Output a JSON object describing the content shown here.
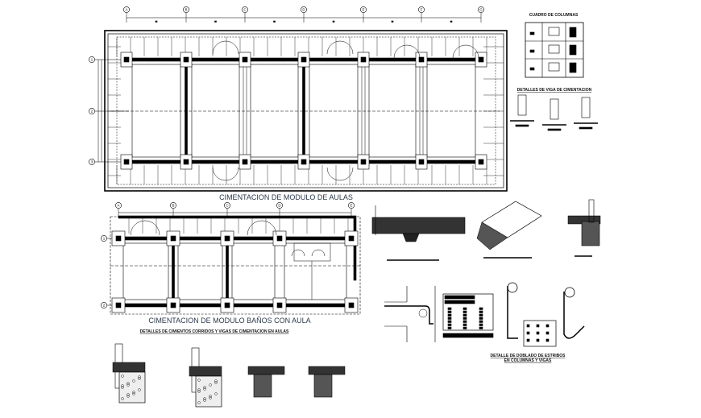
{
  "drawing": {
    "plan_aulas": {
      "title": "CIMENTACION DE MODULO DE AULAS",
      "grid_columns": [
        "A",
        "B",
        "C",
        "D",
        "E",
        "F",
        "G"
      ],
      "grid_rows": [
        "1",
        "2",
        "3"
      ]
    },
    "plan_banos": {
      "title": "CIMENTACION DE MODULO BAÑOS CON AULA",
      "grid_columns": [
        "A",
        "B",
        "C",
        "D",
        "E"
      ],
      "grid_rows": [
        "1",
        "2"
      ]
    },
    "cuadro_columnas": {
      "title": "CUADRO DE COLUMNAS"
    },
    "detalles_viga": {
      "title": "DETALLES DE VIGA DE CIMENTACION"
    },
    "detalles_cimientos": {
      "title": "DETALLES DE CIMIENTOS CORRIDOS Y VIGAS DE CIMENTACION EN AULAS"
    },
    "detalle_estribos": {
      "title_line1": "DETALLE DE DOBLADO DE ESTRIBOS",
      "title_line2": "EN COLUMNAS Y VIGAS"
    },
    "colors": {
      "line": "#000000",
      "title_text": "#2b3a4a"
    }
  }
}
